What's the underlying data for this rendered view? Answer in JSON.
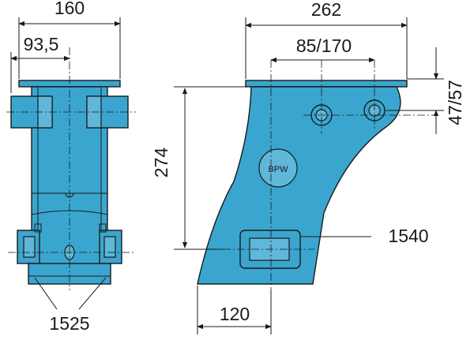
{
  "dimensions": {
    "left_width": "160",
    "left_offset": "93,5",
    "right_width": "262",
    "hole_spacing": "85/170",
    "hole_height": "47/57",
    "height": "274",
    "slot_ref": "1540",
    "base_width": "120",
    "pad_ref": "1525"
  },
  "logo": {
    "text": "BPW"
  },
  "colors": {
    "part": "#3aa6cf",
    "line": "#1a1a1a"
  }
}
